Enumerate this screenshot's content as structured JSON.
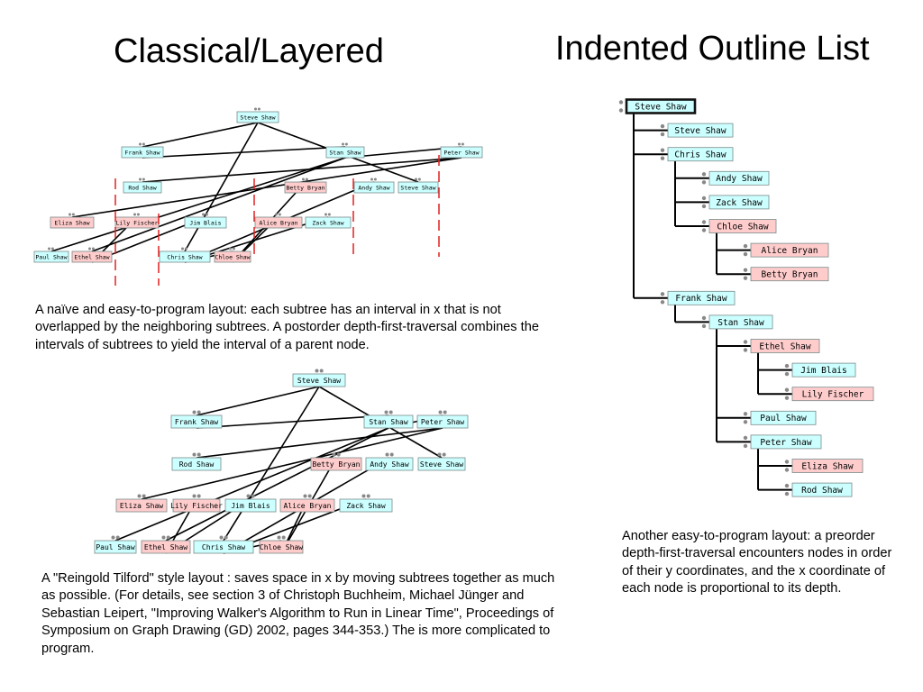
{
  "titles": {
    "left": "Classical/Layered",
    "right": "Indented Outline List"
  },
  "captions": {
    "classical": "A naïve and easy-to-program layout: each subtree has an interval in x that is not overlapped by the neighboring subtrees.  A postorder depth-first-traversal combines the intervals of subtrees to yield the interval of a parent node.",
    "reingold": "A \"Reingold Tilford\" style layout : saves space in x by moving subtrees together as much as possible. (For details, see section 3 of Christoph Buchheim, Michael Jünger and Sebastian Leipert, \"Improving Walker's Algorithm to Run in Linear Time\", Proceedings of Symposium on Graph Drawing (GD) 2002, pages 344-353.)  The is more complicated to program.",
    "outline": "Another easy-to-program layout: a preorder depth-first-traversal encounters nodes in order of their y coordinates, and the x coordinate of each node is proportional to its depth."
  },
  "colors": {
    "male": "#ccffff",
    "female": "#ffcccc",
    "border": "#7a8a8a",
    "divider": "#e02020"
  },
  "tree": {
    "name": "Steve Shaw",
    "color": "male",
    "children": [
      {
        "name": "Frank Shaw",
        "color": "male",
        "children": [
          {
            "name": "Stan Shaw",
            "color": "male",
            "children": [
              {
                "name": "Peter Shaw",
                "color": "male",
                "children": [
                  {
                    "name": "Rod Shaw",
                    "color": "male"
                  },
                  {
                    "name": "Eliza Shaw",
                    "color": "female"
                  }
                ]
              },
              {
                "name": "Paul Shaw",
                "color": "male"
              },
              {
                "name": "Ethel Shaw",
                "color": "female",
                "children": [
                  {
                    "name": "Lily Fischer",
                    "color": "female"
                  },
                  {
                    "name": "Jim Blais",
                    "color": "male"
                  }
                ]
              }
            ]
          }
        ]
      },
      {
        "name": "Chris Shaw",
        "color": "male",
        "children": [
          {
            "name": "Chloe Shaw",
            "color": "female",
            "children": [
              {
                "name": "Betty Bryan",
                "color": "female"
              },
              {
                "name": "Alice Bryan",
                "color": "female"
              }
            ]
          },
          {
            "name": "Zack Shaw",
            "color": "male"
          },
          {
            "name": "Andy Shaw",
            "color": "male"
          }
        ]
      },
      {
        "name": "Steve Shaw",
        "color": "male"
      }
    ]
  },
  "outline": [
    {
      "name": "Steve Shaw",
      "depth": 0,
      "color": "male"
    },
    {
      "name": "Steve Shaw",
      "depth": 1,
      "color": "male"
    },
    {
      "name": "Chris Shaw",
      "depth": 1,
      "color": "male"
    },
    {
      "name": "Andy Shaw",
      "depth": 2,
      "color": "male"
    },
    {
      "name": "Zack Shaw",
      "depth": 2,
      "color": "male"
    },
    {
      "name": "Chloe Shaw",
      "depth": 2,
      "color": "female"
    },
    {
      "name": "Alice Bryan",
      "depth": 3,
      "color": "female"
    },
    {
      "name": "Betty Bryan",
      "depth": 3,
      "color": "female"
    },
    {
      "name": "Frank Shaw",
      "depth": 1,
      "color": "male"
    },
    {
      "name": "Stan Shaw",
      "depth": 2,
      "color": "male"
    },
    {
      "name": "Ethel Shaw",
      "depth": 3,
      "color": "female"
    },
    {
      "name": "Jim Blais",
      "depth": 4,
      "color": "male"
    },
    {
      "name": "Lily Fischer",
      "depth": 4,
      "color": "female"
    },
    {
      "name": "Paul Shaw",
      "depth": 3,
      "color": "male"
    },
    {
      "name": "Peter Shaw",
      "depth": 3,
      "color": "male"
    },
    {
      "name": "Eliza Shaw",
      "depth": 4,
      "color": "female"
    },
    {
      "name": "Rod Shaw",
      "depth": 4,
      "color": "male"
    }
  ]
}
